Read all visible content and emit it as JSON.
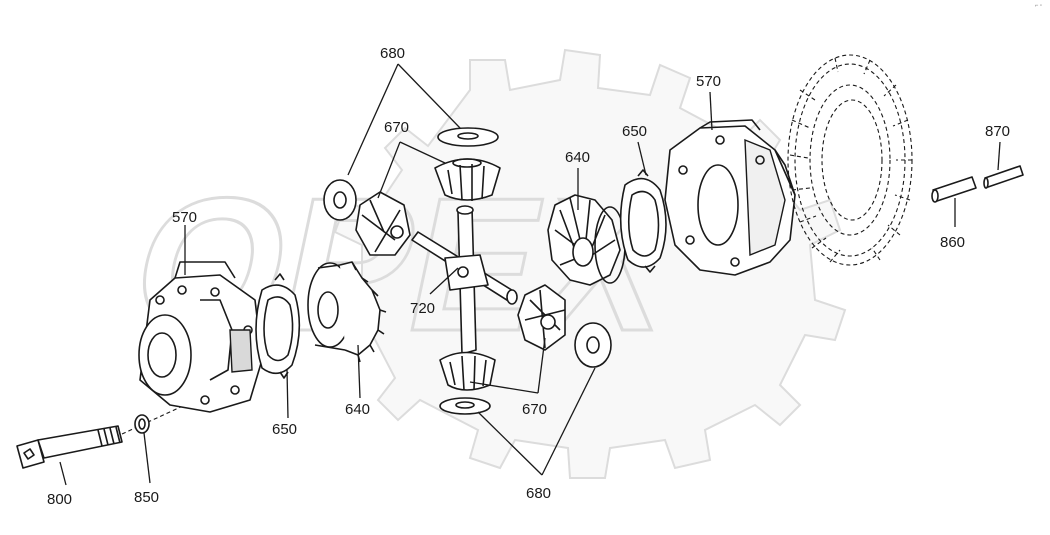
{
  "labels": {
    "p680_top": "680",
    "p670_top": "670",
    "p570_left": "570",
    "p570_right": "570",
    "p650_right": "650",
    "p640_right": "640",
    "p870": "870",
    "p860": "860",
    "p720": "720",
    "p640_bottom": "640",
    "p650_bottom": "650",
    "p670_bottom": "670",
    "p680_bottom": "680",
    "p800": "800",
    "p850": "850"
  },
  "watermark": {
    "text": "OPEX"
  },
  "colors": {
    "ink": "#1a1a1a",
    "watermark": "#dcdcdc",
    "background": "#ffffff"
  }
}
